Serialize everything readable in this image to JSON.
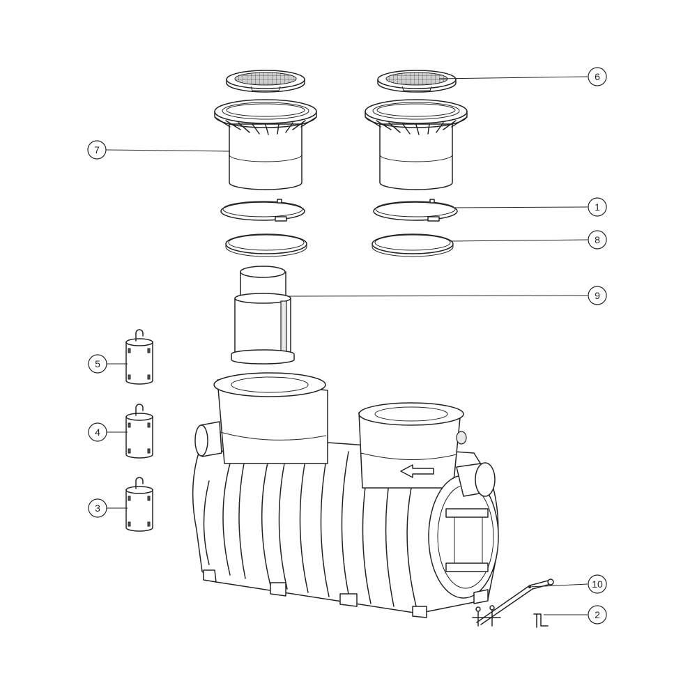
{
  "callouts": [
    {
      "id": "c6",
      "label": "6"
    },
    {
      "id": "c7",
      "label": "7"
    },
    {
      "id": "c1",
      "label": "1"
    },
    {
      "id": "c8",
      "label": "8"
    },
    {
      "id": "c9",
      "label": "9"
    },
    {
      "id": "c5",
      "label": "5"
    },
    {
      "id": "c4",
      "label": "4"
    },
    {
      "id": "c3",
      "label": "3"
    },
    {
      "id": "c10",
      "label": "10"
    },
    {
      "id": "c2",
      "label": "2"
    }
  ]
}
